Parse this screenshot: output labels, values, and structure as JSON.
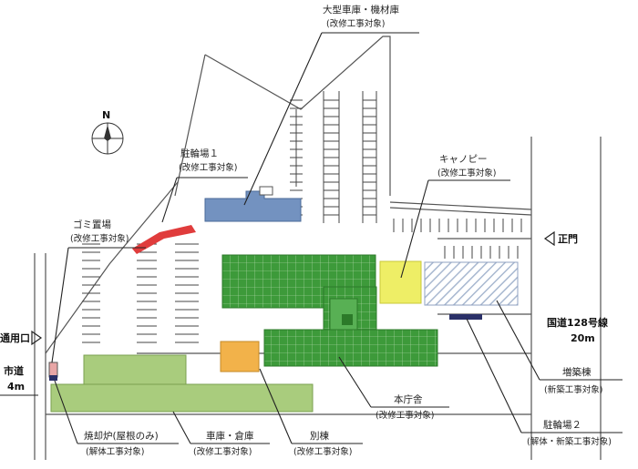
{
  "colors": {
    "blue_building": "#7392c0",
    "red_area": "#e03c3c",
    "dark_green": "#3d9a3a",
    "light_green": "#a9cc7d",
    "orange": "#f2b24a",
    "yellow": "#eeee66",
    "hatch": "#a8b8d0",
    "navy": "#2a3068"
  },
  "compass": {
    "north": "N",
    "icon": "compass-rose-icon"
  },
  "labels": {
    "large_garage": {
      "title": "大型車庫・機材庫",
      "sub": "(改修工事対象)"
    },
    "bike1": {
      "title": "駐輪場１",
      "sub": "(改修工事対象)"
    },
    "garbage": {
      "title": "ゴミ置場",
      "sub": "(改修工事対象)"
    },
    "canopy": {
      "title": "キャノピー",
      "sub": "(改修工事対象)"
    },
    "main_gate": "正門",
    "route128": "国道128号線",
    "route_width": "20m",
    "service_gate": "通用口",
    "city_road": "市道",
    "city_road_width": "4m",
    "annex_new": {
      "title": "増築棟",
      "sub": "(新築工事対象)"
    },
    "bike2": {
      "title": "駐輪場２",
      "sub": "(解体・新築工事対象)"
    },
    "main_building": {
      "title": "本庁舎",
      "sub": "(改修工事対象)"
    },
    "annex": {
      "title": "別棟",
      "sub": "(改修工事対象)"
    },
    "garage_storage": {
      "title": "車庫・倉庫",
      "sub": "(改修工事対象)"
    },
    "incinerator": {
      "title": "焼却炉(屋根のみ)",
      "sub": "(解体工事対象)"
    }
  }
}
